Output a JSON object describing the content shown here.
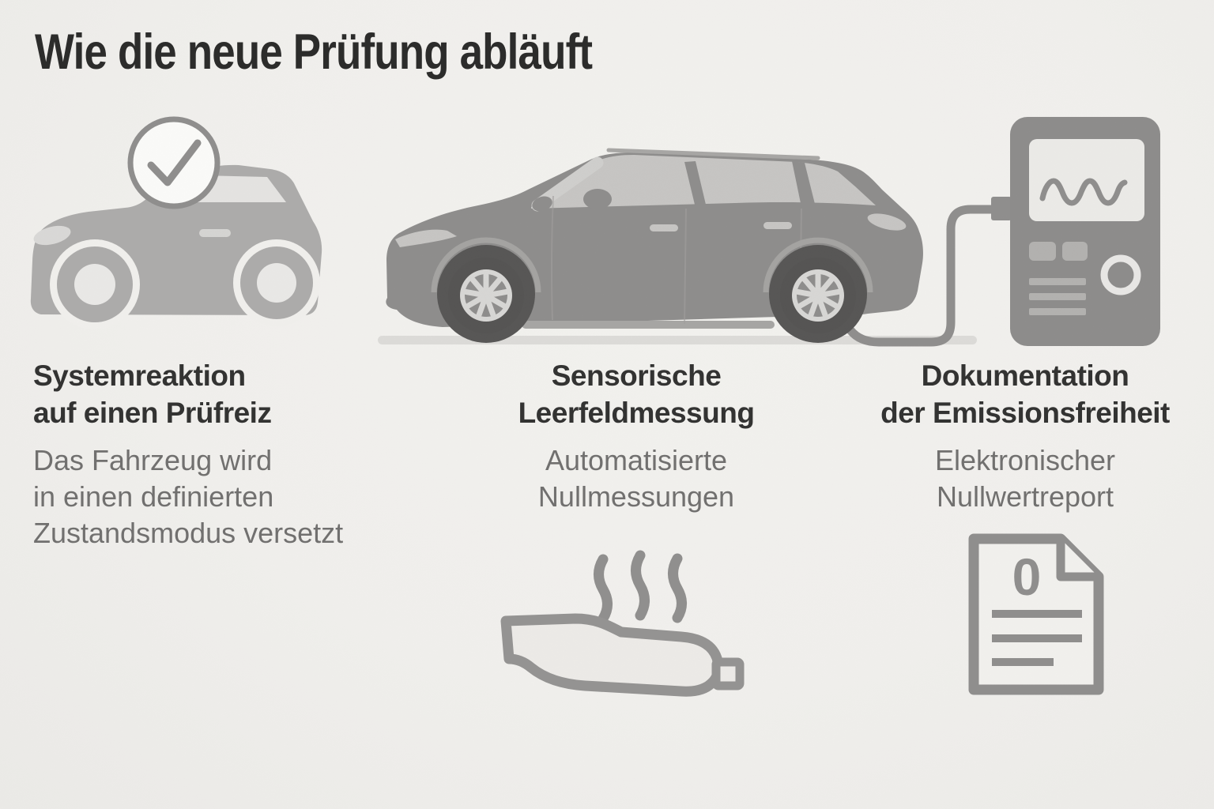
{
  "title": "Wie die neue Prüfung abläuft",
  "columns": [
    {
      "id": "systemreaktion",
      "icon": "car-with-checkmark-icon",
      "heading": "Systemreaktion\nauf einen Prüfreiz",
      "body": "Das Fahrzeug wird\nin einen definierten\nZustandsmodus versetzt"
    },
    {
      "id": "leerfeldmessung",
      "icon": "exhaust-muffler-heat-waves-icon",
      "heading": "Sensorische\nLeerfeldmessung",
      "body": "Automatisierte\nNullmessungen"
    },
    {
      "id": "dokumentation",
      "icon": "zero-report-document-icon",
      "heading": "Dokumentation\nder Emissionsfreiheit",
      "body": "Elektronischer\nNullwertreport"
    }
  ],
  "illustrations": {
    "check_circle": "checkmark-circle-icon",
    "small_car": "car-silhouette-icon",
    "test_vehicle": "suv-side-view-illustration",
    "charging_cable": "measurement-cable",
    "station": "measurement-station-illustration",
    "exhaust": "exhaust-muffler-with-heat-waves",
    "document": "report-document-with-zero",
    "document_zero_label": "0"
  },
  "colors": {
    "background": "#f0efec",
    "title_text": "#2c2c2b",
    "heading_text": "#333332",
    "body_text": "#71706f",
    "icon_light_gray": "#acabaa",
    "icon_mid_gray": "#8e8d8c",
    "outline_gray": "#8f8e8d",
    "glass_gray": "#c6c5c3",
    "wheel_dark_gray": "#565554",
    "rim_light": "#d7d6d4",
    "screen_light": "#ebeae7",
    "shadow_band": "#dcdbd8"
  }
}
